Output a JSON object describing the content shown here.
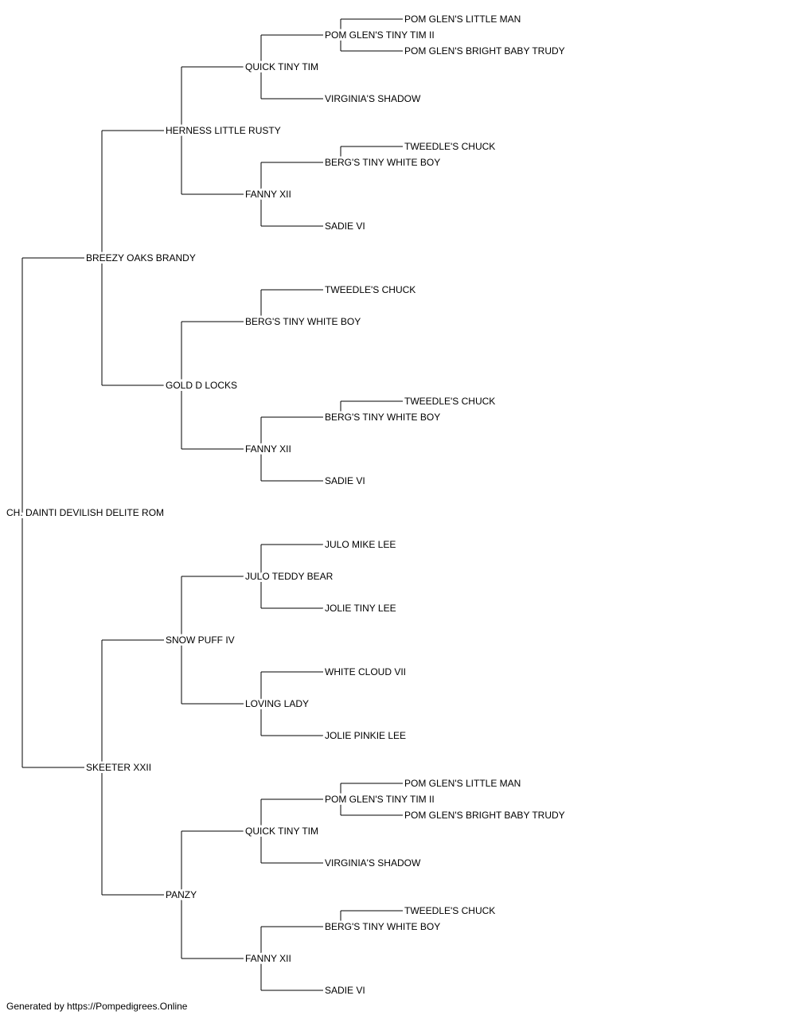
{
  "pedigree": {
    "name": "CH. DAINTI DEVILISH DELITE ROM",
    "sire": {
      "name": "BREEZY OAKS BRANDY",
      "sire": {
        "name": "HERNESS LITTLE RUSTY",
        "sire": {
          "name": "QUICK TINY TIM",
          "sire": {
            "name": "POM GLEN'S TINY TIM II",
            "sire": {
              "name": "POM GLEN'S LITTLE MAN"
            },
            "dam": {
              "name": "POM GLEN'S BRIGHT BABY TRUDY"
            }
          },
          "dam": {
            "name": "VIRGINIA'S SHADOW"
          }
        },
        "dam": {
          "name": "FANNY XII",
          "sire": {
            "name": "BERG'S TINY WHITE BOY",
            "sire": {
              "name": "TWEEDLE'S CHUCK"
            }
          },
          "dam": {
            "name": "SADIE VI"
          }
        }
      },
      "dam": {
        "name": "GOLD D LOCKS",
        "sire": {
          "name": "BERG'S TINY WHITE BOY",
          "sire": {
            "name": "TWEEDLE'S CHUCK"
          }
        },
        "dam": {
          "name": "FANNY XII",
          "sire": {
            "name": "BERG'S TINY WHITE BOY",
            "sire": {
              "name": "TWEEDLE'S CHUCK"
            }
          },
          "dam": {
            "name": "SADIE VI"
          }
        }
      }
    },
    "dam": {
      "name": "SKEETER XXII",
      "sire": {
        "name": "SNOW PUFF IV",
        "sire": {
          "name": "JULO TEDDY BEAR",
          "sire": {
            "name": "JULO MIKE LEE"
          },
          "dam": {
            "name": "JOLIE TINY LEE"
          }
        },
        "dam": {
          "name": "LOVING LADY",
          "sire": {
            "name": "WHITE CLOUD VII"
          },
          "dam": {
            "name": "JOLIE PINKIE LEE"
          }
        }
      },
      "dam": {
        "name": "PANZY",
        "sire": {
          "name": "QUICK TINY TIM",
          "sire": {
            "name": "POM GLEN'S TINY TIM II",
            "sire": {
              "name": "POM GLEN'S LITTLE MAN"
            },
            "dam": {
              "name": "POM GLEN'S BRIGHT BABY TRUDY"
            }
          },
          "dam": {
            "name": "VIRGINIA'S SHADOW"
          }
        },
        "dam": {
          "name": "FANNY XII",
          "sire": {
            "name": "BERG'S TINY WHITE BOY",
            "sire": {
              "name": "TWEEDLE'S CHUCK"
            }
          },
          "dam": {
            "name": "SADIE VI"
          }
        }
      }
    }
  },
  "footer": {
    "text": "Generated by https://Pompedigrees.Online"
  }
}
